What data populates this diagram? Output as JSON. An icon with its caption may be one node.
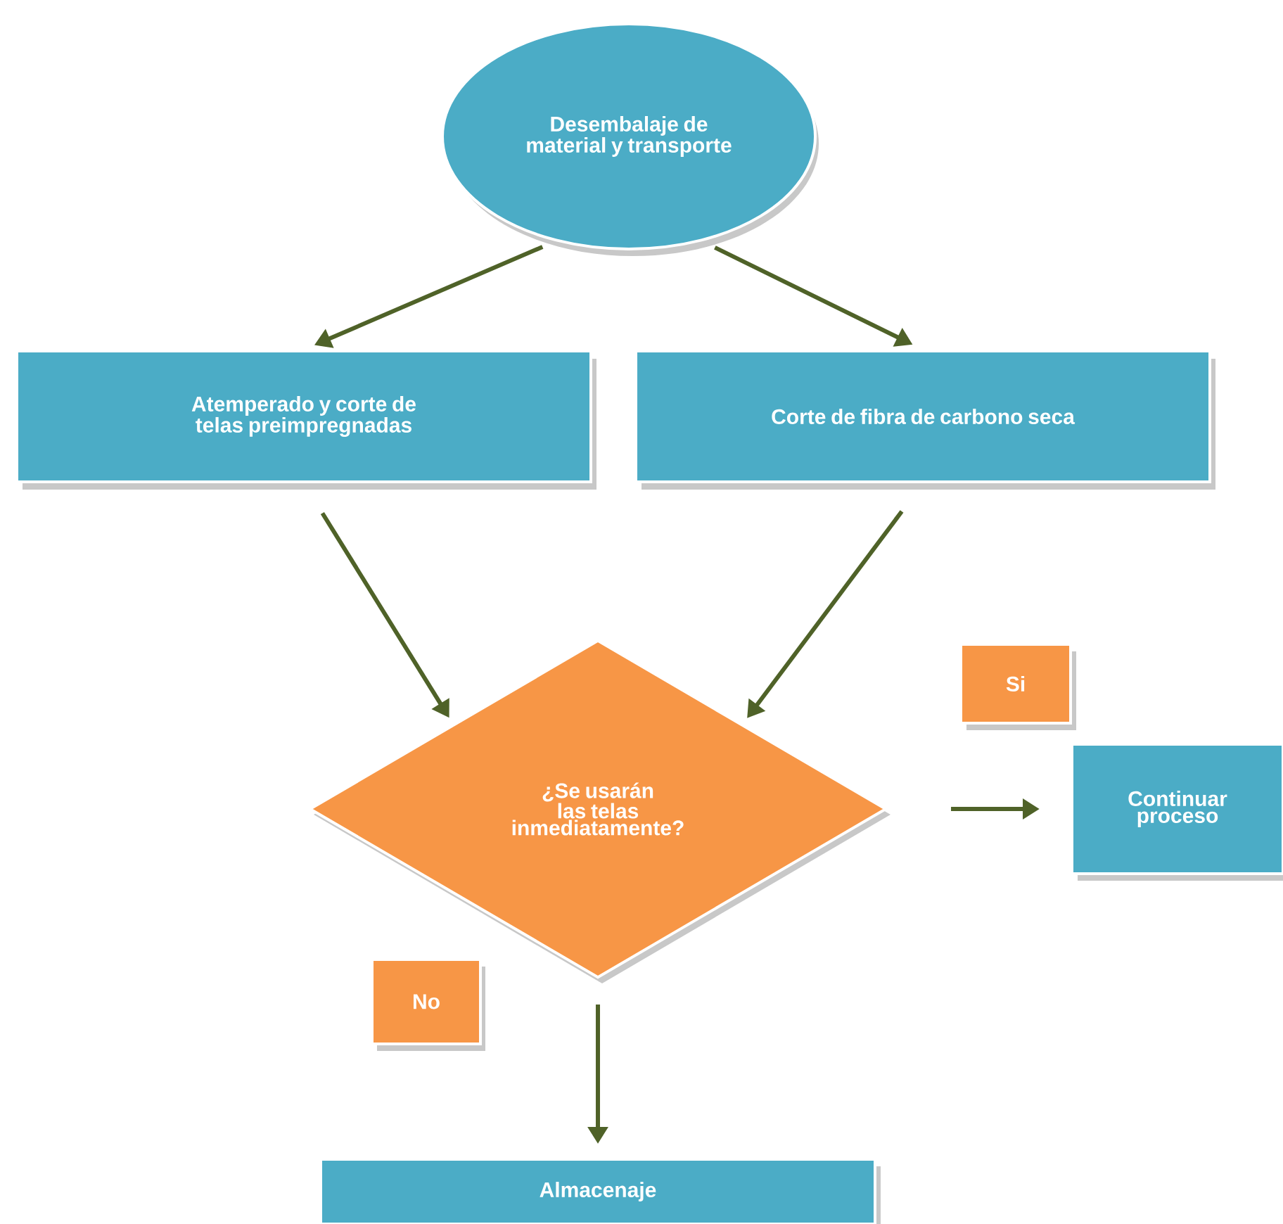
{
  "diagram": {
    "nodes": [
      {
        "text": [
          "Desembalaje de material y transporte"
        ]
      },
      {
        "text": [
          "Atemperado y corte de telas preimpregnadas"
        ]
      },
      {
        "text": [
          "Corte de fibra de carbono seca"
        ]
      },
      {
        "text": [
          "Si"
        ]
      },
      {
        "text": [
          "¿Se usarán las telas inmediatamente?"
        ]
      },
      {
        "text": [
          "Continuar proceso"
        ]
      },
      {
        "text": [
          "No"
        ]
      },
      {
        "text": [
          "Almacenaje"
        ]
      }
    ],
    "edges": [
      {
        "from": 0,
        "to": 1,
        "arrow": "to"
      },
      {
        "from": 0,
        "to": 2,
        "arrow": "to"
      },
      {
        "from": 1,
        "to": 4,
        "arrow": "to"
      },
      {
        "from": 2,
        "to": 4,
        "arrow": "to"
      },
      {
        "from": 4,
        "to": 5,
        "arrow": "to"
      },
      {
        "from": 4,
        "to": 7,
        "arrow": "to"
      }
    ]
  }
}
